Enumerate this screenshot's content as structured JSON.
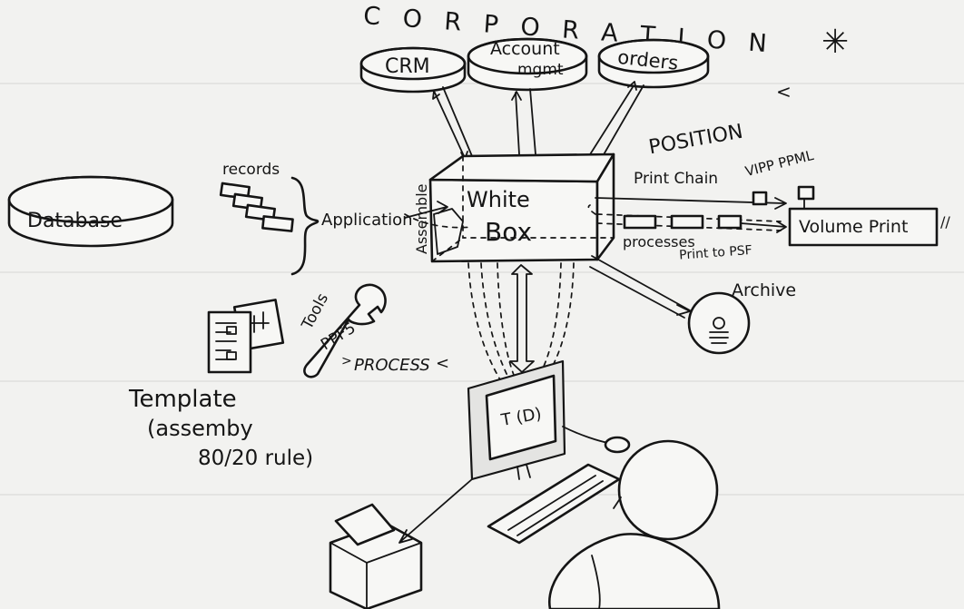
{
  "title": "C O R P O R A T I O N",
  "star": "✳",
  "systems": {
    "crm": "CRM",
    "account": [
      "Account",
      "mgmt"
    ],
    "orders": "orders"
  },
  "position": "POSITION",
  "database": "Database",
  "records": "records",
  "application": "Application",
  "assemble": "Assemble",
  "whitebox": [
    "White",
    "Box"
  ],
  "print_chain": "Print  Chain",
  "formats": "VIPP PPML",
  "volume_print": "Volume  Print",
  "processes": "processes",
  "print_to_psf": "Print to PSF",
  "archive": "Archive",
  "tools": "Tools",
  "ppfs": "PPF5",
  "process": "PROCESS",
  "template": [
    "Template",
    "(assemby",
    "80/20 rule)"
  ],
  "monitor_label": "T (D)"
}
